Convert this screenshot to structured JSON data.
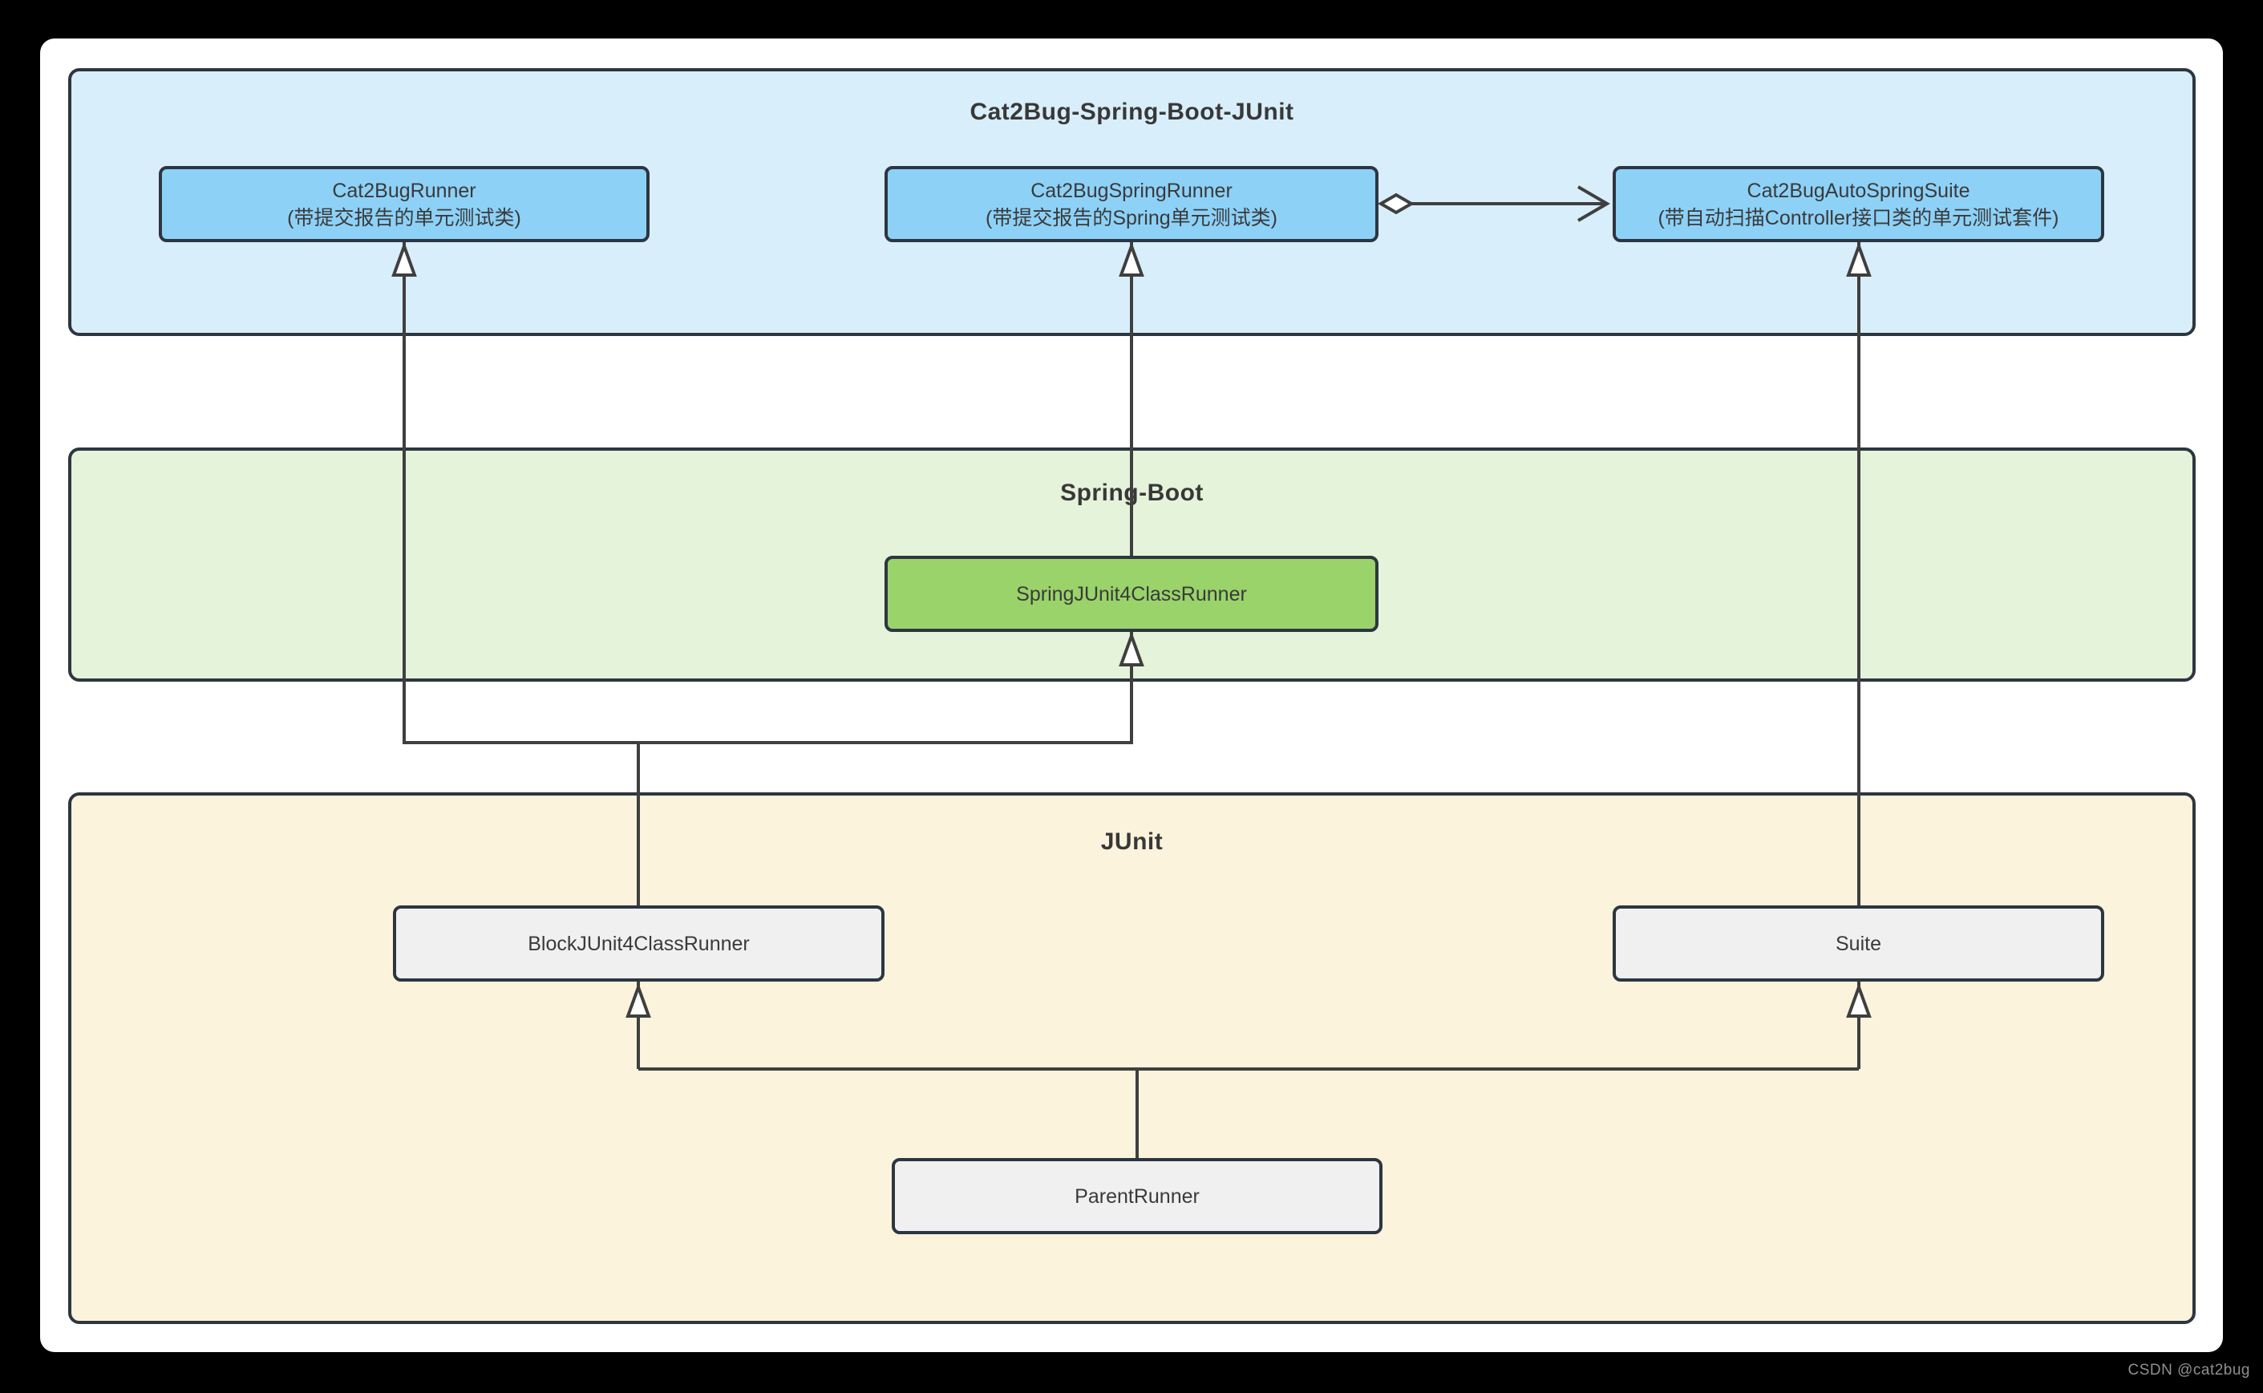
{
  "diagram": {
    "watermark": "CSDN @cat2bug",
    "groups": [
      {
        "title": "Cat2Bug-Spring-Boot-JUnit"
      },
      {
        "title": "Spring-Boot"
      },
      {
        "title": "JUnit"
      }
    ],
    "nodes": [
      {
        "name": "Cat2BugRunner",
        "desc": "(带提交报告的单元测试类)"
      },
      {
        "name": "Cat2BugSpringRunner",
        "desc": "(带提交报告的Spring单元测试类)"
      },
      {
        "name": "Cat2BugAutoSpringSuite",
        "desc": "(带自动扫描Controller接口类的单元测试套件)"
      },
      {
        "name": "SpringJUnit4ClassRunner"
      },
      {
        "name": "BlockJUnit4ClassRunner"
      },
      {
        "name": "Suite"
      },
      {
        "name": "ParentRunner"
      }
    ],
    "edges": [
      {
        "from": "BlockJUnit4ClassRunner",
        "to": "Cat2BugRunner",
        "type": "generalization"
      },
      {
        "from": "BlockJUnit4ClassRunner",
        "to": "SpringJUnit4ClassRunner",
        "type": "generalization"
      },
      {
        "from": "SpringJUnit4ClassRunner",
        "to": "Cat2BugSpringRunner",
        "type": "generalization"
      },
      {
        "from": "Suite",
        "to": "Cat2BugAutoSpringSuite",
        "type": "generalization"
      },
      {
        "from": "ParentRunner",
        "to": "BlockJUnit4ClassRunner",
        "type": "generalization"
      },
      {
        "from": "ParentRunner",
        "to": "Suite",
        "type": "generalization"
      },
      {
        "from": "Cat2BugSpringRunner",
        "to": "Cat2BugAutoSpringSuite",
        "type": "aggregation"
      }
    ],
    "colors": {
      "blue_container": "#d9eefb",
      "blue_node": "#8dd1f7",
      "green_container": "#e4f3da",
      "green_node": "#99d36a",
      "yellow_container": "#fcf3dc",
      "gray_node": "#f0f0f1",
      "border": "#2d3640",
      "connector": "#3f3f3f"
    }
  }
}
